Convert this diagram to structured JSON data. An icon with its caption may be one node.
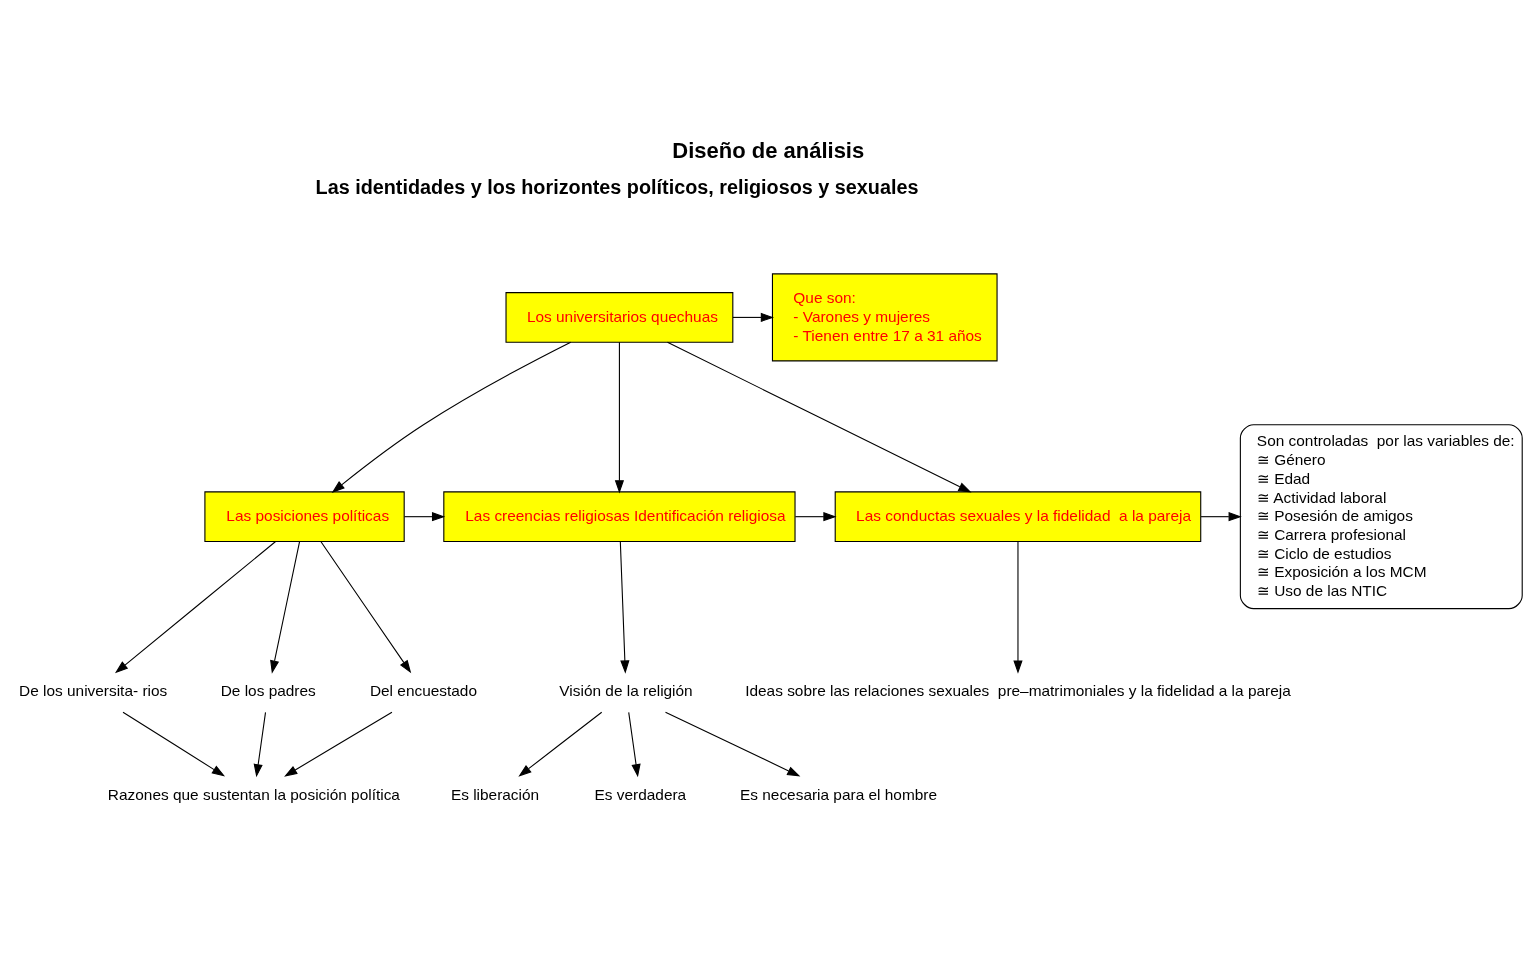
{
  "diagram": {
    "title": "Diseño de análisis",
    "nodes": [
      {
        "text": [
          "Los universitarios quechuas"
        ]
      },
      {
        "text": [
          "Que son:",
          "- Varones y mujeres",
          "- Tienen entre 17 a 31 años"
        ]
      },
      {
        "text": [
          "Las posiciones políticas"
        ]
      },
      {
        "text": [
          "Las creencias religiosas Identificación religiosa"
        ]
      },
      {
        "text": [
          "Las conductas sexuales y la fidelidad  a la pareja"
        ]
      },
      {
        "text": [
          "Son controladas  por las variables de:",
          "≅ Género",
          "≅ Edad",
          "≅ Actividad laboral",
          "≅ Posesión de amigos",
          "≅ Carrera profesional",
          "≅ Ciclo de estudios",
          "≅ Exposición a los MCM",
          "≅ Uso de las NTIC"
        ]
      },
      {
        "text": [
          "De los universita- rios"
        ]
      },
      {
        "text": [
          "De los padres"
        ]
      },
      {
        "text": [
          "Del encuestado"
        ]
      },
      {
        "text": [
          "Razones que sustentan la posición política"
        ]
      },
      {
        "text": [
          "Visión de la religión"
        ]
      },
      {
        "text": [
          "Es liberación"
        ]
      },
      {
        "text": [
          "Es verdadera"
        ]
      },
      {
        "text": [
          "Es necesaria para el hombre"
        ]
      },
      {
        "text": [
          "Ideas sobre las relaciones sexuales  pre–matrimoniales y la fidelidad a la pareja"
        ]
      }
    ],
    "edges": [
      {
        "from": 0,
        "to": 1,
        "arrow": "to"
      },
      {
        "from": 0,
        "to": 2,
        "arrow": "to"
      },
      {
        "from": 0,
        "to": 3,
        "arrow": "to"
      },
      {
        "from": 0,
        "to": 4,
        "arrow": "to"
      },
      {
        "from": 2,
        "to": 3,
        "arrow": "to"
      },
      {
        "from": 3,
        "to": 4,
        "arrow": "to"
      },
      {
        "from": 4,
        "to": 5,
        "arrow": "to"
      },
      {
        "from": 2,
        "to": 6,
        "arrow": "to"
      },
      {
        "from": 2,
        "to": 7,
        "arrow": "to"
      },
      {
        "from": 2,
        "to": 8,
        "arrow": "to"
      },
      {
        "from": 6,
        "to": 9,
        "arrow": "to"
      },
      {
        "from": 7,
        "to": 9,
        "arrow": "to"
      },
      {
        "from": 8,
        "to": 9,
        "arrow": "to"
      },
      {
        "from": 3,
        "to": 10,
        "arrow": "to"
      },
      {
        "from": 10,
        "to": 11,
        "arrow": "to"
      },
      {
        "from": 10,
        "to": 12,
        "arrow": "to"
      },
      {
        "from": 10,
        "to": 13,
        "arrow": "to"
      },
      {
        "from": 4,
        "to": 14,
        "arrow": "to"
      }
    ],
    "labels": [
      "Las identidades y los horizontes políticos, religiosos y sexuales"
    ]
  }
}
